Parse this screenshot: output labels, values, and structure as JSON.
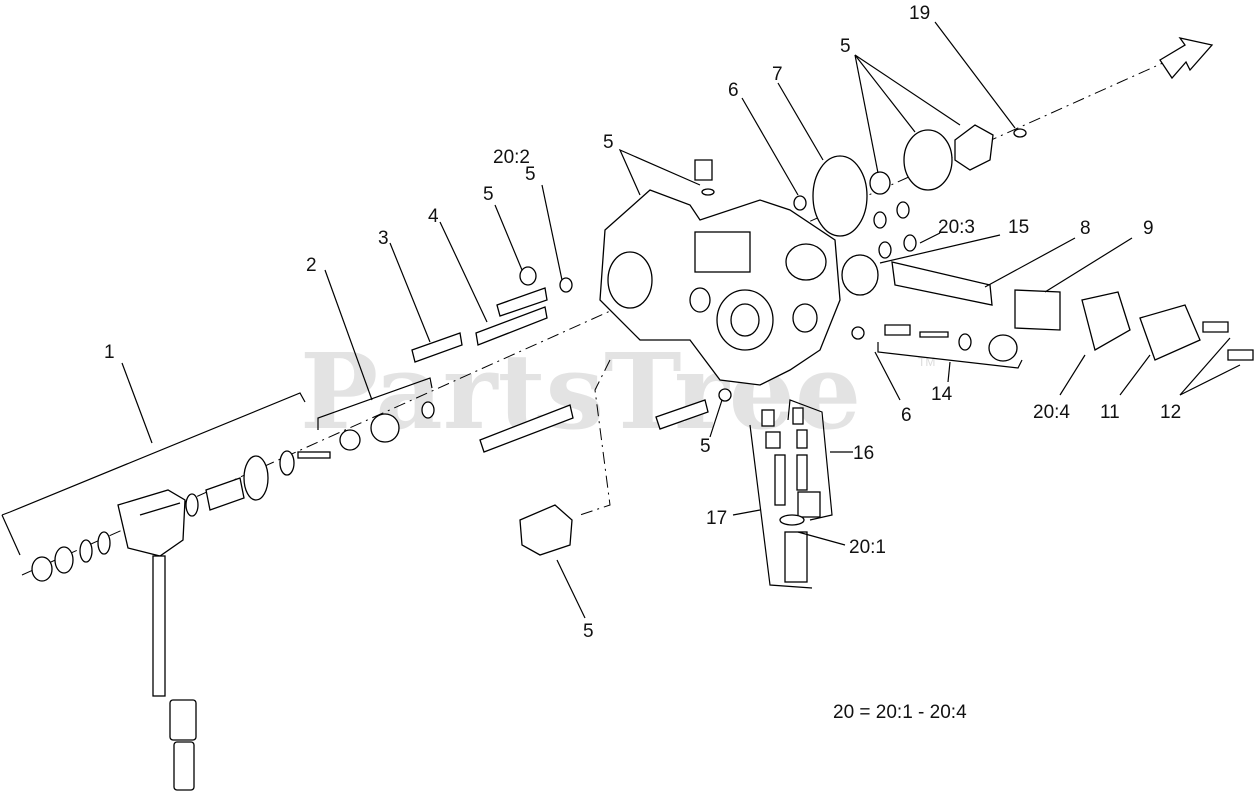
{
  "watermark": {
    "text": "PartsTree",
    "trademark": "TM"
  },
  "footnote": "20 = 20:1 - 20:4",
  "callouts": [
    {
      "id": "c1",
      "text": "1"
    },
    {
      "id": "c2",
      "text": "2"
    },
    {
      "id": "c3",
      "text": "3"
    },
    {
      "id": "c4",
      "text": "4"
    },
    {
      "id": "c5a",
      "text": "5"
    },
    {
      "id": "c5b",
      "text": "5"
    },
    {
      "id": "c5c",
      "text": "5"
    },
    {
      "id": "c5d",
      "text": "5"
    },
    {
      "id": "c5e",
      "text": "5"
    },
    {
      "id": "c5f",
      "text": "5"
    },
    {
      "id": "c6a",
      "text": "6"
    },
    {
      "id": "c6b",
      "text": "6"
    },
    {
      "id": "c7",
      "text": "7"
    },
    {
      "id": "c8",
      "text": "8"
    },
    {
      "id": "c9",
      "text": "9"
    },
    {
      "id": "c11",
      "text": "11"
    },
    {
      "id": "c12",
      "text": "12"
    },
    {
      "id": "c14",
      "text": "14"
    },
    {
      "id": "c15",
      "text": "15"
    },
    {
      "id": "c16",
      "text": "16"
    },
    {
      "id": "c17",
      "text": "17"
    },
    {
      "id": "c19",
      "text": "19"
    },
    {
      "id": "c20_1",
      "text": "20:1"
    },
    {
      "id": "c20_2",
      "text": "20:2"
    },
    {
      "id": "c20_3",
      "text": "20:3"
    },
    {
      "id": "c20_4",
      "text": "20:4"
    }
  ]
}
